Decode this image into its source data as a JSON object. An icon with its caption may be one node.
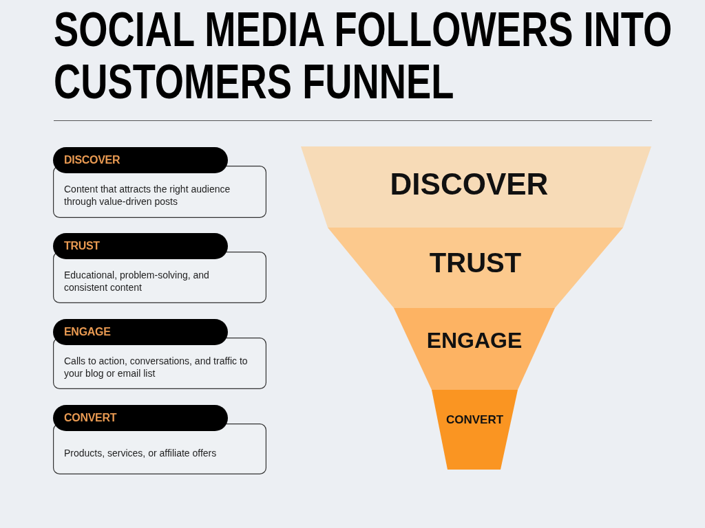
{
  "diagram": {
    "title": "SOCIAL MEDIA FOLLOWERS INTO CUSTOMERS FUNNEL",
    "nodes": [
      {
        "text": [
          "DISCOVER",
          "Content that attracts the right audience through value-driven posts"
        ]
      },
      {
        "text": [
          "TRUST",
          "Educational, problem-solving, and consistent content"
        ]
      },
      {
        "text": [
          "ENGAGE",
          "Calls to action, conversations, and traffic to your blog or email list"
        ]
      },
      {
        "text": [
          "CONVERT",
          "Products, services, or affiliate offers"
        ]
      },
      {
        "text": [
          "DISCOVER"
        ]
      },
      {
        "text": [
          "TRUST"
        ]
      },
      {
        "text": [
          "ENGAGE"
        ]
      },
      {
        "text": [
          "CONVERT"
        ]
      }
    ]
  }
}
